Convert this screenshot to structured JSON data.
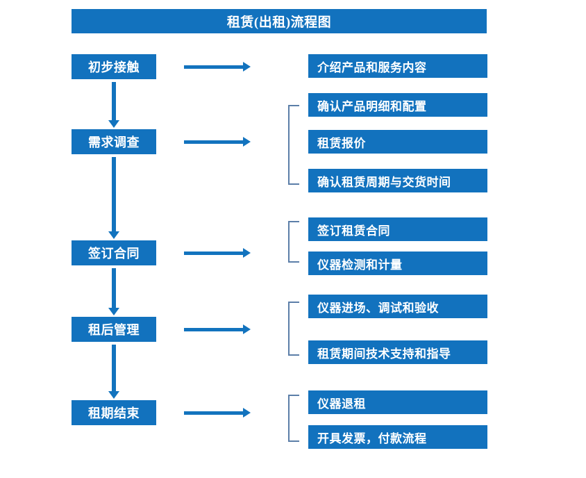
{
  "diagram": {
    "title": "租赁(出租)流程图",
    "accent_color": "#1272be",
    "bracket_color": "#5b7ea8",
    "text_color": "#ffffff",
    "background_color": "#ffffff",
    "stages": [
      {
        "label": "初步接触"
      },
      {
        "label": "需求调查"
      },
      {
        "label": "签订合同"
      },
      {
        "label": "租后管理"
      },
      {
        "label": "租期结束"
      }
    ],
    "details": [
      {
        "label": "介绍产品和服务内容"
      },
      {
        "label": "确认产品明细和配置"
      },
      {
        "label": "租赁报价"
      },
      {
        "label": "确认租赁周期与交货时间"
      },
      {
        "label": "签订租赁合同"
      },
      {
        "label": "仪器检测和计量"
      },
      {
        "label": "仪器进场、调试和验收"
      },
      {
        "label": "租赁期间技术支持和指导"
      },
      {
        "label": "仪器退租"
      },
      {
        "label": "开具发票，付款流程"
      }
    ]
  }
}
